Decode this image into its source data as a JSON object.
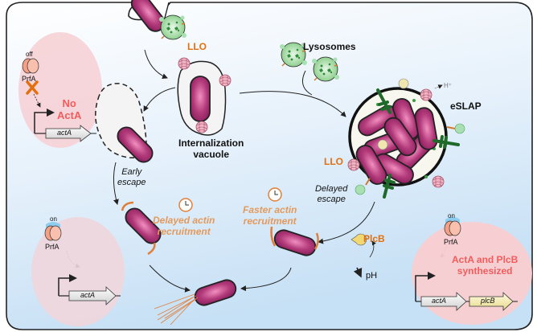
{
  "labels": {
    "llo_top": "LLO",
    "lysosomes": "Lysosomes",
    "internalization_vacuole": "Internalization\nvacuole",
    "eslap": "eSLAP",
    "hplus": "H⁺",
    "llo_eslap": "LLO",
    "early_escape": "Early\nescape",
    "delayed_escape": "Delayed\nescape",
    "delayed_actin": "Delayed actin\nrecruitment",
    "faster_actin": "Faster actin\nrecruitment",
    "plcb": "PlcB",
    "ph": "pH"
  },
  "panels": {
    "off_panel": {
      "state": "off",
      "regulator": "PrfA",
      "gene": "actA",
      "outcome": "No\nActA"
    },
    "on_panel_left": {
      "state": "on",
      "regulator": "PrfA",
      "gene": "actA"
    },
    "on_panel_right": {
      "state": "on",
      "regulator": "PrfA",
      "genes": [
        "actA",
        "plcB"
      ],
      "outcome": "ActA and PlcB\nsynthesized"
    }
  },
  "colors": {
    "cell_bg_top": "#ffffff",
    "cell_bg_bottom": "#cfe5f7",
    "bacterium": "#a8306e",
    "panel_pink": "#f6d2d6",
    "llo_orange": "#e07010",
    "actin_tan": "#e39a5c",
    "outcome_red": "#f25c5c",
    "lysosome_green": "#9ad49a"
  }
}
